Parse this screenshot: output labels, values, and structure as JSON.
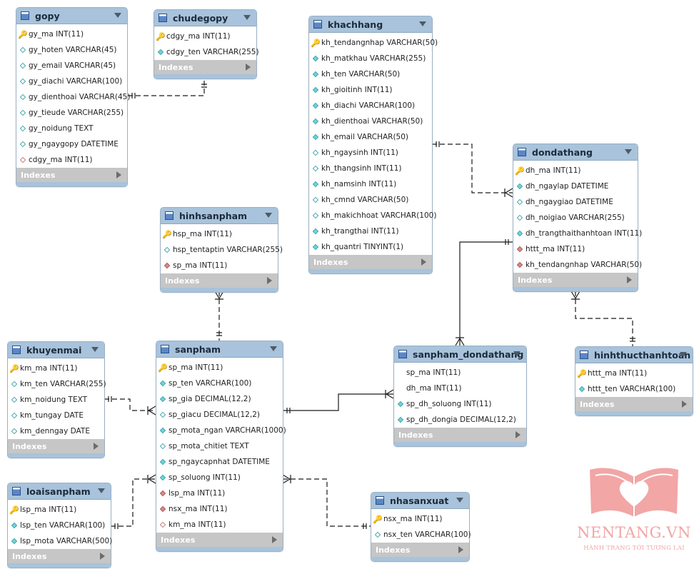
{
  "tables": [
    {
      "id": "gopy",
      "name": "gopy",
      "footer": "Indexes",
      "columns": [
        {
          "icon": "pk",
          "text": "gy_ma INT(11)"
        },
        {
          "icon": "hollow",
          "text": "gy_hoten VARCHAR(45)"
        },
        {
          "icon": "hollow",
          "text": "gy_email VARCHAR(45)"
        },
        {
          "icon": "hollow",
          "text": "gy_diachi VARCHAR(100)"
        },
        {
          "icon": "hollow",
          "text": "gy_dienthoai VARCHAR(45)"
        },
        {
          "icon": "hollow",
          "text": "gy_tieude VARCHAR(255)"
        },
        {
          "icon": "hollow",
          "text": "gy_noidung TEXT"
        },
        {
          "icon": "hollow",
          "text": "gy_ngaygopy DATETIME"
        },
        {
          "icon": "fk-hollow",
          "text": "cdgy_ma INT(11)"
        }
      ]
    },
    {
      "id": "chudegopy",
      "name": "chudegopy",
      "footer": "Indexes",
      "columns": [
        {
          "icon": "pk",
          "text": "cdgy_ma INT(11)"
        },
        {
          "icon": "filled",
          "text": "cdgy_ten VARCHAR(255)"
        }
      ]
    },
    {
      "id": "khachhang",
      "name": "khachhang",
      "footer": "Indexes",
      "columns": [
        {
          "icon": "pk",
          "text": "kh_tendangnhap VARCHAR(50)"
        },
        {
          "icon": "filled",
          "text": "kh_matkhau VARCHAR(255)"
        },
        {
          "icon": "filled",
          "text": "kh_ten VARCHAR(50)"
        },
        {
          "icon": "filled",
          "text": "kh_gioitinh INT(11)"
        },
        {
          "icon": "filled",
          "text": "kh_diachi VARCHAR(100)"
        },
        {
          "icon": "filled",
          "text": "kh_dienthoai VARCHAR(50)"
        },
        {
          "icon": "filled",
          "text": "kh_email VARCHAR(50)"
        },
        {
          "icon": "hollow",
          "text": "kh_ngaysinh INT(11)"
        },
        {
          "icon": "hollow",
          "text": "kh_thangsinh INT(11)"
        },
        {
          "icon": "filled",
          "text": "kh_namsinh INT(11)"
        },
        {
          "icon": "hollow",
          "text": "kh_cmnd VARCHAR(50)"
        },
        {
          "icon": "hollow",
          "text": "kh_makichhoat VARCHAR(100)"
        },
        {
          "icon": "filled",
          "text": "kh_trangthai INT(11)"
        },
        {
          "icon": "filled",
          "text": "kh_quantri TINYINT(1)"
        }
      ]
    },
    {
      "id": "dondathang",
      "name": "dondathang",
      "footer": "Indexes",
      "columns": [
        {
          "icon": "pk",
          "text": "dh_ma INT(11)"
        },
        {
          "icon": "filled",
          "text": "dh_ngaylap DATETIME"
        },
        {
          "icon": "hollow",
          "text": "dh_ngaygiao DATETIME"
        },
        {
          "icon": "hollow",
          "text": "dh_noigiao VARCHAR(255)"
        },
        {
          "icon": "filled",
          "text": "dh_trangthaithanhtoan INT(11)"
        },
        {
          "icon": "fk",
          "text": "httt_ma INT(11)"
        },
        {
          "icon": "fk",
          "text": "kh_tendangnhap VARCHAR(50)"
        }
      ]
    },
    {
      "id": "hinhsanpham",
      "name": "hinhsanpham",
      "footer": "Indexes",
      "columns": [
        {
          "icon": "pk",
          "text": "hsp_ma INT(11)"
        },
        {
          "icon": "hollow",
          "text": "hsp_tentaptin VARCHAR(255)"
        },
        {
          "icon": "fk",
          "text": "sp_ma INT(11)"
        }
      ]
    },
    {
      "id": "khuyenmai",
      "name": "khuyenmai",
      "footer": "Indexes",
      "columns": [
        {
          "icon": "pk",
          "text": "km_ma INT(11)"
        },
        {
          "icon": "hollow",
          "text": "km_ten VARCHAR(255)"
        },
        {
          "icon": "hollow",
          "text": "km_noidung TEXT"
        },
        {
          "icon": "hollow",
          "text": "km_tungay DATE"
        },
        {
          "icon": "hollow",
          "text": "km_denngay DATE"
        }
      ]
    },
    {
      "id": "sanpham",
      "name": "sanpham",
      "footer": "Indexes",
      "columns": [
        {
          "icon": "pk",
          "text": "sp_ma INT(11)"
        },
        {
          "icon": "filled",
          "text": "sp_ten VARCHAR(100)"
        },
        {
          "icon": "filled",
          "text": "sp_gia DECIMAL(12,2)"
        },
        {
          "icon": "hollow",
          "text": "sp_giacu DECIMAL(12,2)"
        },
        {
          "icon": "filled",
          "text": "sp_mota_ngan VARCHAR(1000)"
        },
        {
          "icon": "hollow",
          "text": "sp_mota_chitiet TEXT"
        },
        {
          "icon": "filled",
          "text": "sp_ngaycapnhat DATETIME"
        },
        {
          "icon": "filled",
          "text": "sp_soluong INT(11)"
        },
        {
          "icon": "fk",
          "text": "lsp_ma INT(11)"
        },
        {
          "icon": "fk",
          "text": "nsx_ma INT(11)"
        },
        {
          "icon": "fk-hollow",
          "text": "km_ma INT(11)"
        }
      ]
    },
    {
      "id": "sanpham_dondathang",
      "name": "sanpham_dondathang",
      "footer": "Indexes",
      "columns": [
        {
          "icon": "none",
          "text": "sp_ma INT(11)"
        },
        {
          "icon": "none",
          "text": "dh_ma INT(11)"
        },
        {
          "icon": "filled",
          "text": "sp_dh_soluong INT(11)"
        },
        {
          "icon": "filled",
          "text": "sp_dh_dongia DECIMAL(12,2)"
        }
      ]
    },
    {
      "id": "hinhthucthanhtoan",
      "name": "hinhthucthanhtoan",
      "footer": "Indexes",
      "columns": [
        {
          "icon": "pk",
          "text": "httt_ma INT(11)"
        },
        {
          "icon": "filled",
          "text": "httt_ten VARCHAR(100)"
        }
      ]
    },
    {
      "id": "loaisanpham",
      "name": "loaisanpham",
      "footer": "Indexes",
      "columns": [
        {
          "icon": "pk",
          "text": "lsp_ma INT(11)"
        },
        {
          "icon": "filled",
          "text": "lsp_ten VARCHAR(100)"
        },
        {
          "icon": "filled",
          "text": "lsp_mota VARCHAR(500)"
        }
      ]
    },
    {
      "id": "nhasanxuat",
      "name": "nhasanxuat",
      "footer": "Indexes",
      "columns": [
        {
          "icon": "pk",
          "text": "nsx_ma INT(11)"
        },
        {
          "icon": "hollow",
          "text": "nsx_ten VARCHAR(100)"
        }
      ]
    }
  ],
  "colors": {
    "header": "#a8c3db",
    "footer": "#c6c6c6",
    "line": "#1a1a1a",
    "logo": "#f2a6a6"
  },
  "logo": {
    "brand": "NENTANG.VN",
    "slogan": "HÀNH TRANG TỚI TƯƠNG LAI"
  }
}
